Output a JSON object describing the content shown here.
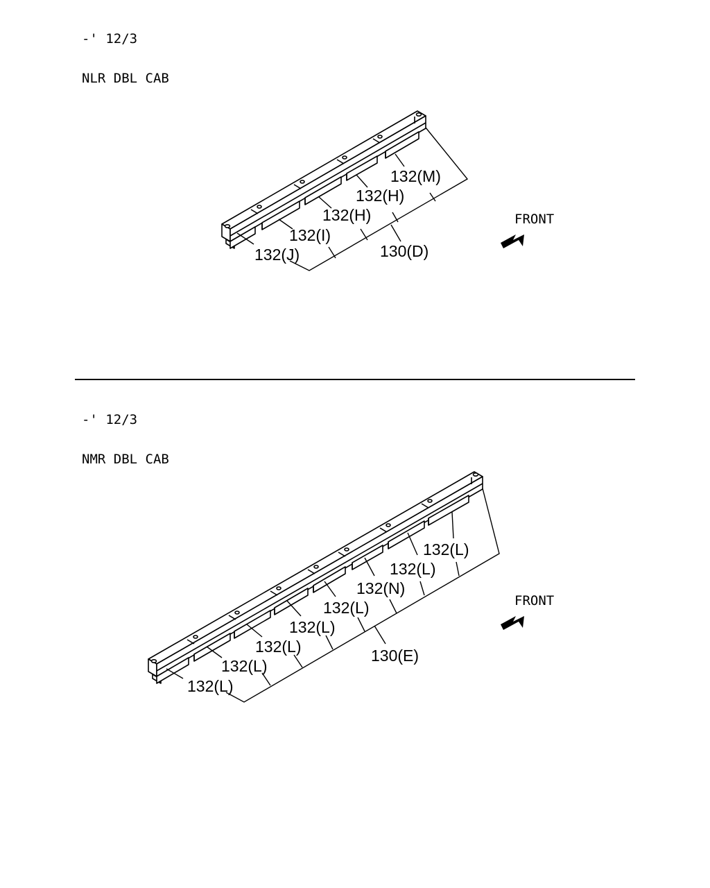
{
  "top": {
    "header": {
      "line1": "-' 12/3",
      "line2": "NLR DBL CAB"
    },
    "front_label": "FRONT",
    "labels": {
      "m": "132(M)",
      "h1": "132(H)",
      "h2": "132(H)",
      "i": "132(I)",
      "j": "132(J)",
      "d": "130(D)"
    }
  },
  "bottom": {
    "header": {
      "line1": "-' 12/3",
      "line2": "NMR DBL CAB"
    },
    "front_label": "FRONT",
    "labels": {
      "l1": "132(L)",
      "l2": "132(L)",
      "n": "132(N)",
      "l3": "132(L)",
      "l4": "132(L)",
      "l5": "132(L)",
      "l6": "132(L)",
      "l7": "132(L)",
      "e": "130(E)"
    }
  }
}
